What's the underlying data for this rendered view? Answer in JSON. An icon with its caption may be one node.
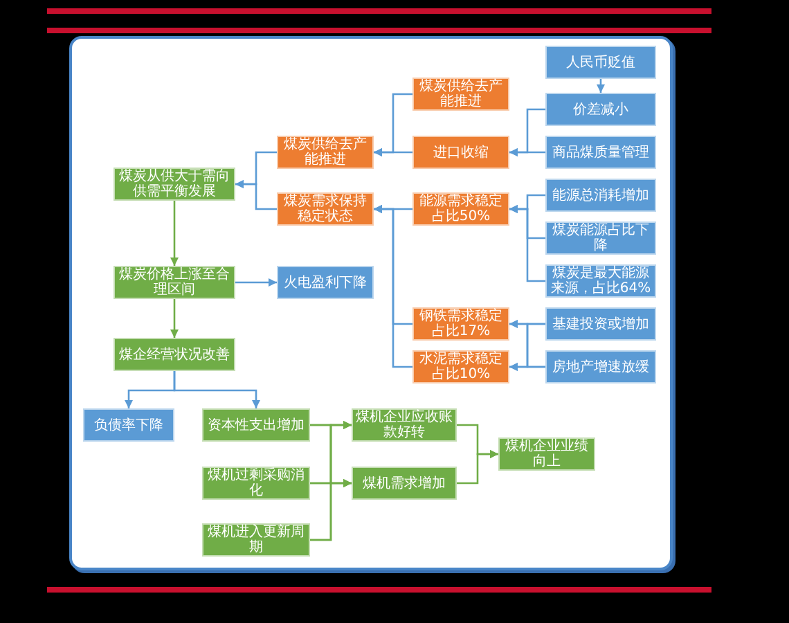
{
  "diagram": {
    "nodes": [
      {
        "text": [
          "人民币贬值"
        ]
      },
      {
        "text": [
          "煤炭供给去产能推进"
        ]
      },
      {
        "text": [
          "价差减小"
        ]
      },
      {
        "text": [
          "煤炭供给去产能推进"
        ]
      },
      {
        "text": [
          "进口收缩"
        ]
      },
      {
        "text": [
          "商品煤质量管理"
        ]
      },
      {
        "text": [
          "煤炭从供大于需向供需平衡发展"
        ]
      },
      {
        "text": [
          "煤炭需求保持稳定状态"
        ]
      },
      {
        "text": [
          "能源需求稳定占比50%"
        ]
      },
      {
        "text": [
          "能源总消耗增加"
        ]
      },
      {
        "text": [
          "煤炭能源占比下降"
        ]
      },
      {
        "text": [
          "煤炭是最大能源来源，占比64%"
        ]
      },
      {
        "text": [
          "煤炭价格上涨至合理区间"
        ]
      },
      {
        "text": [
          "火电盈利下降"
        ]
      },
      {
        "text": [
          "钢铁需求稳定占比17%"
        ]
      },
      {
        "text": [
          "基建投资或增加"
        ]
      },
      {
        "text": [
          "煤企经营状况改善"
        ]
      },
      {
        "text": [
          "水泥需求稳定占比10%"
        ]
      },
      {
        "text": [
          "房地产增速放缓"
        ]
      },
      {
        "text": [
          "负债率下降"
        ]
      },
      {
        "text": [
          "资本性支出增加"
        ]
      },
      {
        "text": [
          "煤机企业应收账款好转"
        ]
      },
      {
        "text": [
          "煤机企业业绩向上"
        ]
      },
      {
        "text": [
          "煤机过剩采购消化"
        ]
      },
      {
        "text": [
          "煤机需求增加"
        ]
      },
      {
        "text": [
          "煤机进入更新周期"
        ]
      }
    ],
    "edges": [
      {
        "from": 0,
        "to": 2,
        "arrow": "to"
      },
      {
        "from": 2,
        "to": 4,
        "arrow": "to"
      },
      {
        "from": 5,
        "to": 4,
        "arrow": "to"
      },
      {
        "from": 1,
        "to": 3,
        "arrow": "to"
      },
      {
        "from": 4,
        "to": 3,
        "arrow": "to"
      },
      {
        "from": 9,
        "to": 8,
        "arrow": "to"
      },
      {
        "from": 10,
        "to": 8,
        "arrow": "to"
      },
      {
        "from": 11,
        "to": 8,
        "arrow": "to"
      },
      {
        "from": 15,
        "to": 14,
        "arrow": "to"
      },
      {
        "from": 15,
        "to": 17,
        "arrow": "to"
      },
      {
        "from": 18,
        "to": 14,
        "arrow": "to"
      },
      {
        "from": 18,
        "to": 17,
        "arrow": "to"
      },
      {
        "from": 8,
        "to": 7,
        "arrow": "to"
      },
      {
        "from": 14,
        "to": 7,
        "arrow": "to"
      },
      {
        "from": 17,
        "to": 7,
        "arrow": "to"
      },
      {
        "from": 3,
        "to": 6,
        "arrow": "to"
      },
      {
        "from": 7,
        "to": 6,
        "arrow": "to"
      },
      {
        "from": 6,
        "to": 12,
        "arrow": "to",
        "color": "#70ad47"
      },
      {
        "from": 12,
        "to": 13,
        "arrow": "to"
      },
      {
        "from": 12,
        "to": 16,
        "arrow": "to",
        "color": "#70ad47"
      },
      {
        "from": 16,
        "to": 19,
        "arrow": "to"
      },
      {
        "from": 16,
        "to": 20,
        "arrow": "to"
      },
      {
        "from": 20,
        "to": 21,
        "arrow": "to",
        "color": "#70ad47"
      },
      {
        "from": 20,
        "to": 24,
        "arrow": "to",
        "color": "#70ad47"
      },
      {
        "from": 23,
        "to": 21,
        "arrow": "to",
        "color": "#70ad47"
      },
      {
        "from": 23,
        "to": 24,
        "arrow": "to",
        "color": "#70ad47"
      },
      {
        "from": 25,
        "to": 21,
        "arrow": "to",
        "color": "#70ad47"
      },
      {
        "from": 25,
        "to": 24,
        "arrow": "to",
        "color": "#70ad47"
      },
      {
        "from": 21,
        "to": 22,
        "arrow": "to",
        "color": "#70ad47"
      },
      {
        "from": 24,
        "to": 22,
        "arrow": "to",
        "color": "#70ad47"
      }
    ]
  }
}
